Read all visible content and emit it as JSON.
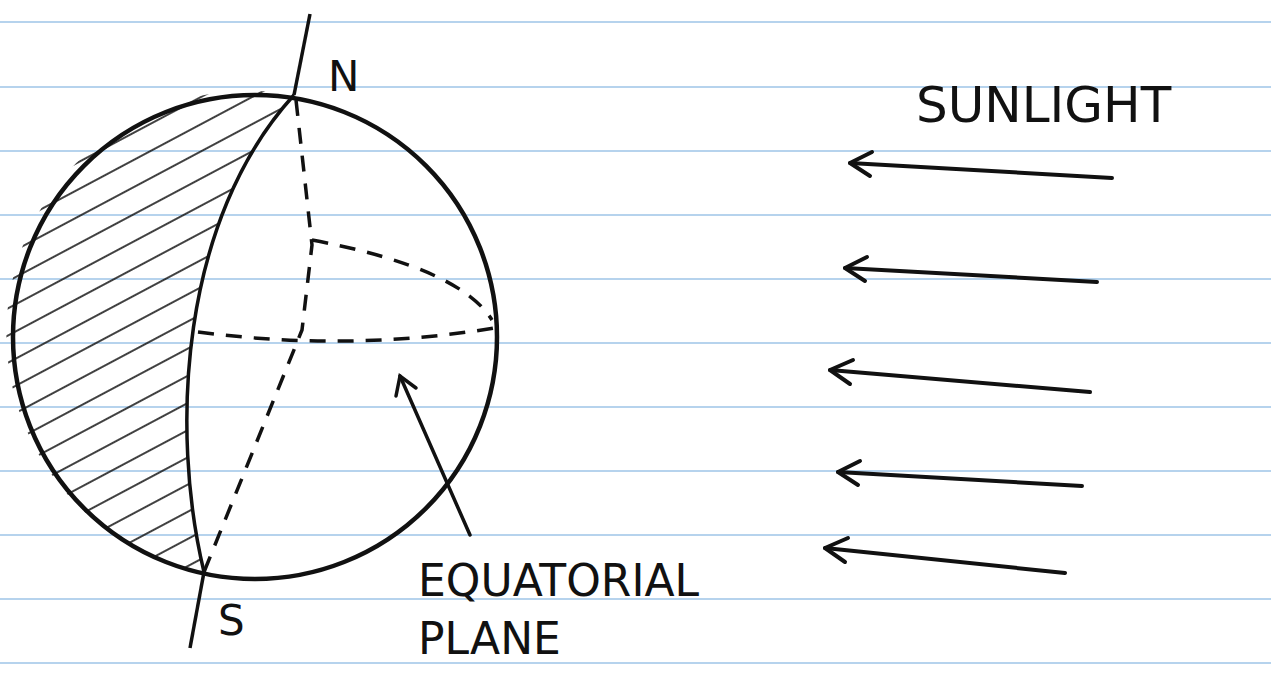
{
  "diagram": {
    "labels": [
      "N",
      "S",
      "SUNLIGHT",
      "EQUATORIAL PLANE"
    ]
  }
}
